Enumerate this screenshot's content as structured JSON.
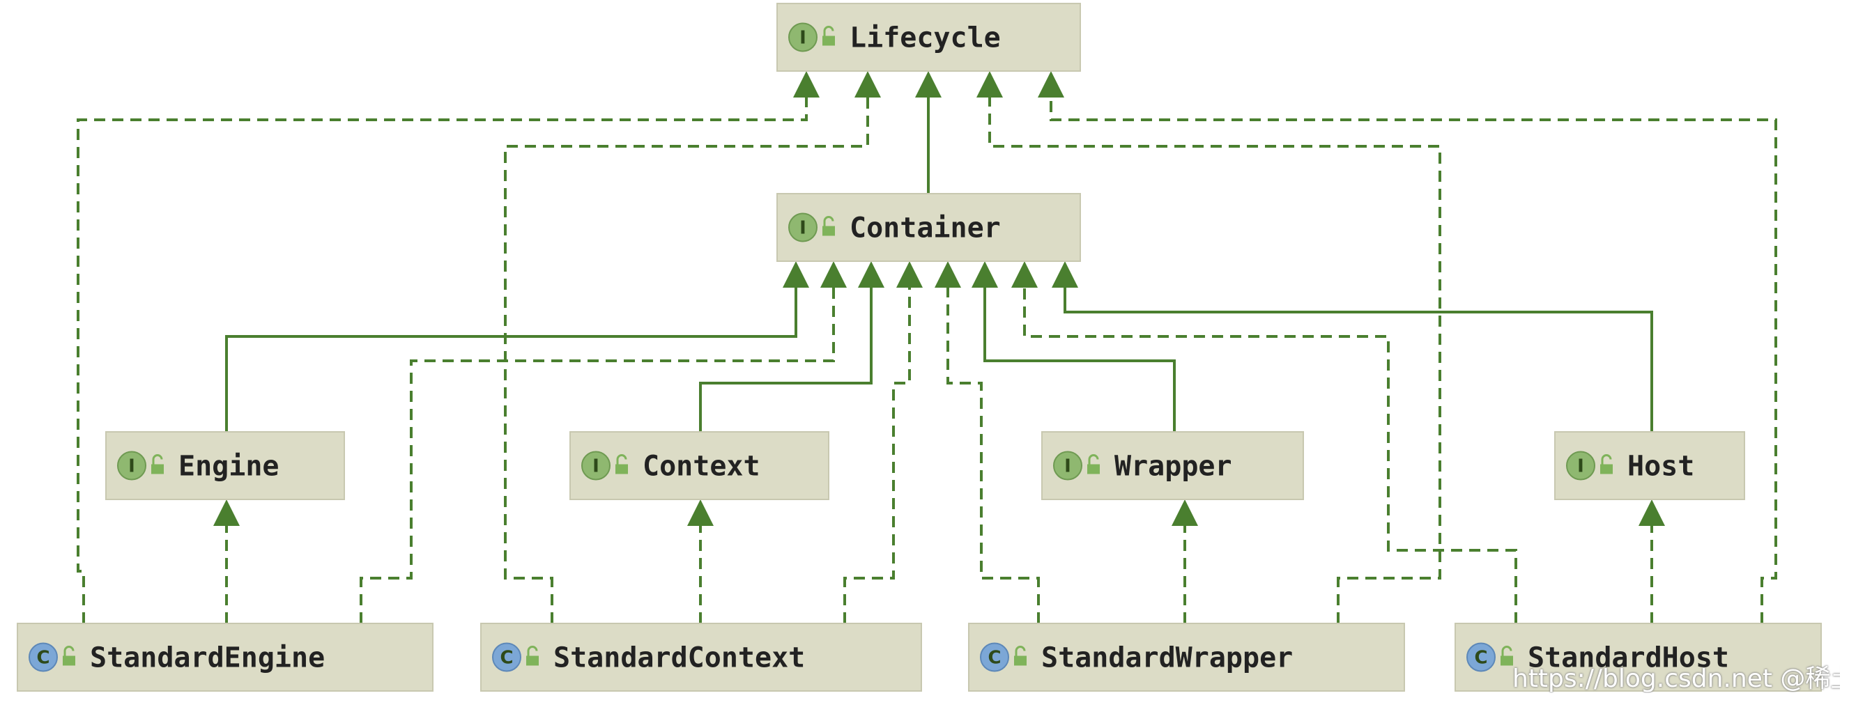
{
  "colors": {
    "node_fill": "#dcdcc6",
    "node_border": "#c8c8b0",
    "interface_badge": "#8fb870",
    "class_badge": "#7ca7d6",
    "edge": "#4a7f2f"
  },
  "nodes": [
    {
      "id": "lifecycle",
      "label": "Lifecycle",
      "kind": "interface",
      "badge": "I"
    },
    {
      "id": "container",
      "label": "Container",
      "kind": "interface",
      "badge": "I"
    },
    {
      "id": "engine",
      "label": "Engine",
      "kind": "interface",
      "badge": "I"
    },
    {
      "id": "context",
      "label": "Context",
      "kind": "interface",
      "badge": "I"
    },
    {
      "id": "wrapper",
      "label": "Wrapper",
      "kind": "interface",
      "badge": "I"
    },
    {
      "id": "host",
      "label": "Host",
      "kind": "interface",
      "badge": "I"
    },
    {
      "id": "standard-engine",
      "label": "StandardEngine",
      "kind": "class",
      "badge": "C"
    },
    {
      "id": "standard-context",
      "label": "StandardContext",
      "kind": "class",
      "badge": "C"
    },
    {
      "id": "standard-wrapper",
      "label": "StandardWrapper",
      "kind": "class",
      "badge": "C"
    },
    {
      "id": "standard-host",
      "label": "StandardHost",
      "kind": "class",
      "badge": "C"
    }
  ],
  "edges": [
    {
      "from": "container",
      "to": "lifecycle",
      "style": "solid"
    },
    {
      "from": "standard-engine",
      "to": "lifecycle",
      "style": "dashed"
    },
    {
      "from": "standard-context",
      "to": "lifecycle",
      "style": "dashed"
    },
    {
      "from": "standard-wrapper",
      "to": "lifecycle",
      "style": "dashed"
    },
    {
      "from": "standard-host",
      "to": "lifecycle",
      "style": "dashed"
    },
    {
      "from": "engine",
      "to": "container",
      "style": "solid"
    },
    {
      "from": "standard-engine",
      "to": "container",
      "style": "dashed"
    },
    {
      "from": "context",
      "to": "container",
      "style": "solid"
    },
    {
      "from": "standard-context",
      "to": "container",
      "style": "dashed"
    },
    {
      "from": "standard-wrapper",
      "to": "container",
      "style": "dashed"
    },
    {
      "from": "wrapper",
      "to": "container",
      "style": "solid"
    },
    {
      "from": "standard-host",
      "to": "container",
      "style": "dashed"
    },
    {
      "from": "host",
      "to": "container",
      "style": "solid"
    },
    {
      "from": "standard-engine",
      "to": "engine",
      "style": "dashed"
    },
    {
      "from": "standard-context",
      "to": "context",
      "style": "dashed"
    },
    {
      "from": "standard-wrapper",
      "to": "wrapper",
      "style": "dashed"
    },
    {
      "from": "standard-host",
      "to": "host",
      "style": "dashed"
    }
  ],
  "watermark": "https://blog.csdn.net @稀土掘金技术社区"
}
